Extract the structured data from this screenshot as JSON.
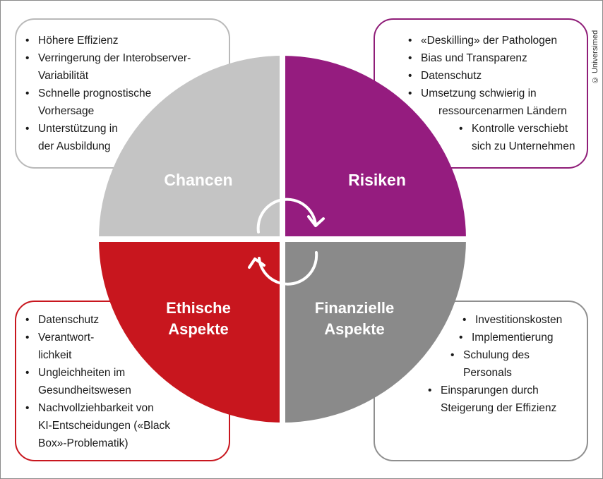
{
  "copyright": "© Universimed",
  "quadrants": {
    "chancen": {
      "title": "Chancen",
      "color": "#c4c4c4"
    },
    "risiken": {
      "title": "Risiken",
      "color": "#951c7f"
    },
    "ethik": {
      "title_line1": "Ethische",
      "title_line2": "Aspekte",
      "color": "#c8161e"
    },
    "finanzen": {
      "title_line1": "Finanzielle",
      "title_line2": "Aspekte",
      "color": "#8a8a8a"
    }
  },
  "boxes": {
    "chancen": {
      "border_color": "#b9b9b9",
      "items": [
        [
          "Höhere Effizienz"
        ],
        [
          "Verringerung der Interobserver-",
          "Variabilität"
        ],
        [
          "Schnelle prognostische",
          "Vorhersage"
        ],
        [
          "Unterstützung in",
          "der Ausbildung"
        ]
      ]
    },
    "risiken": {
      "border_color": "#8f1d78",
      "items": [
        [
          "«Deskilling» der Pathologen"
        ],
        [
          "Bias und Transparenz"
        ],
        [
          "Datenschutz"
        ],
        [
          "Umsetzung schwierig in",
          "ressourcenarmen Ländern"
        ],
        [
          "Kontrolle verschiebt",
          "sich zu Unternehmen"
        ]
      ]
    },
    "ethik": {
      "border_color": "#c8161e",
      "items": [
        [
          "Datenschutz"
        ],
        [
          "Verantwort-",
          "lichkeit"
        ],
        [
          "Ungleichheiten im",
          "Gesundheitswesen"
        ],
        [
          "Nachvollziehbarkeit von",
          "KI-Entscheidungen («Black",
          "Box»-Problematik)"
        ]
      ]
    },
    "finanzen": {
      "border_color": "#8f8f8f",
      "items": [
        [
          "Investitionskosten"
        ],
        [
          "Implementierung"
        ],
        [
          "Schulung des",
          "Personals"
        ],
        [
          "Einsparungen durch",
          "Steigerung der Effizienz"
        ]
      ]
    }
  }
}
